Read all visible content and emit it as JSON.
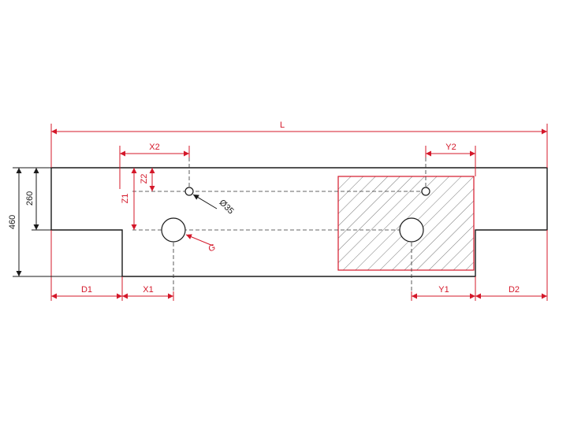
{
  "labels": {
    "length": "L",
    "x1": "X1",
    "x2": "X2",
    "y1": "Y1",
    "y2": "Y2",
    "z1": "Z1",
    "z2": "Z2",
    "d1": "D1",
    "d2": "D2",
    "g": "G",
    "hole_diameter": "Ø35",
    "height_total": "460",
    "height_side": "260"
  },
  "colors": {
    "dimension": "#d4182a",
    "outline": "#1a1a1a",
    "background": "#ffffff"
  }
}
